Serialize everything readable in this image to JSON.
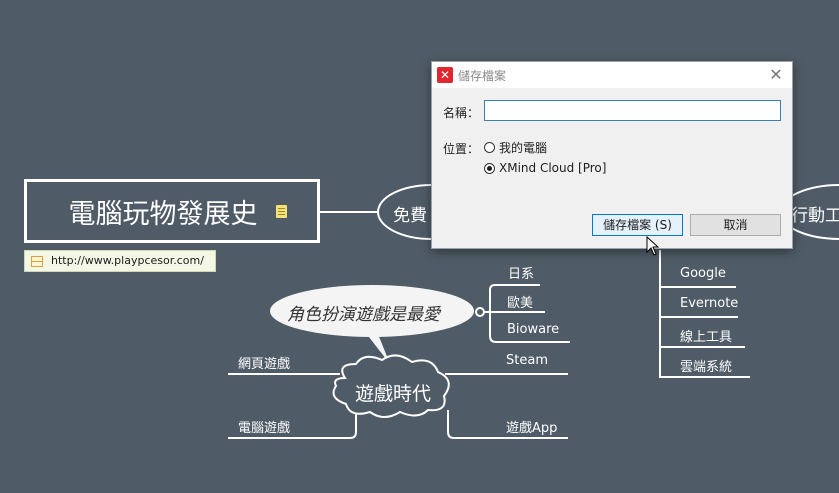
{
  "mindmap": {
    "central_topic": "電腦玩物發展史",
    "hyperlink": "http://www.playpcesor.com/",
    "free_branch_label": "免費",
    "mobile_branch_label": "行動工",
    "callout_text": "角色扮演遊戲是最愛",
    "cloud_topic": "遊戲時代",
    "right_subtopics": [
      "日系",
      "歐美",
      "Bioware",
      "Steam",
      "遊戲App"
    ],
    "left_subtopics": [
      "網頁遊戲",
      "電腦遊戲"
    ],
    "tool_subtopics": [
      "Google",
      "Evernote",
      "線上工具",
      "雲端系統"
    ]
  },
  "dialog": {
    "title": "儲存檔案",
    "name_label": "名稱：",
    "name_value": "",
    "location_label": "位置：",
    "options": [
      {
        "label": "我的電腦",
        "checked": false
      },
      {
        "label": "XMind Cloud [Pro]",
        "checked": true
      }
    ],
    "save_label": "儲存檔案 (S)",
    "cancel_label": "取消",
    "close_glyph": "✕",
    "app_icon_glyph": "✕"
  },
  "colors": {
    "background": "#4f5b66",
    "line": "#ffffff",
    "note": "#f7e27a",
    "app_icon": "#e0262f",
    "focus_border": "#0078d7"
  },
  "icons": [
    "note-icon",
    "link-icon",
    "app-icon",
    "close-icon",
    "cursor-icon"
  ]
}
